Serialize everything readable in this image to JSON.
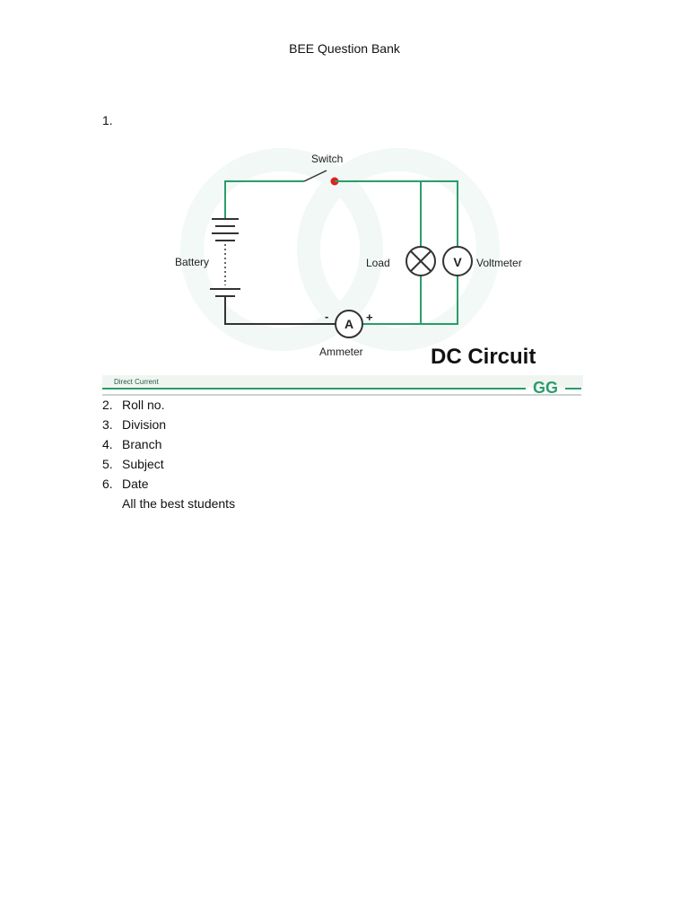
{
  "document": {
    "title": "BEE Question Bank",
    "question1_number": "1.",
    "figure": {
      "labels": {
        "switch": "Switch",
        "battery": "Battery",
        "load": "Load",
        "voltmeter": "Voltmeter",
        "voltmeter_symbol": "V",
        "ammeter": "Ammeter",
        "ammeter_symbol": "A",
        "minus": "-",
        "plus": "+",
        "big_title": "DC Circuit",
        "footer_tag": "Direct Current",
        "logo": "GG"
      },
      "colors": {
        "wire": "#2a9d6b",
        "wire_dark": "#333333",
        "switch_contact": "#e0201b",
        "footer_rule": "#2a9d6b",
        "logo": "#2a9d6b"
      }
    },
    "list": [
      {
        "num": "2.",
        "text": "Roll no."
      },
      {
        "num": "3.",
        "text": "Division"
      },
      {
        "num": "4.",
        "text": "Branch"
      },
      {
        "num": "5.",
        "text": "Subject"
      },
      {
        "num": "6.",
        "text": "Date"
      }
    ],
    "closing": "All the best students"
  }
}
